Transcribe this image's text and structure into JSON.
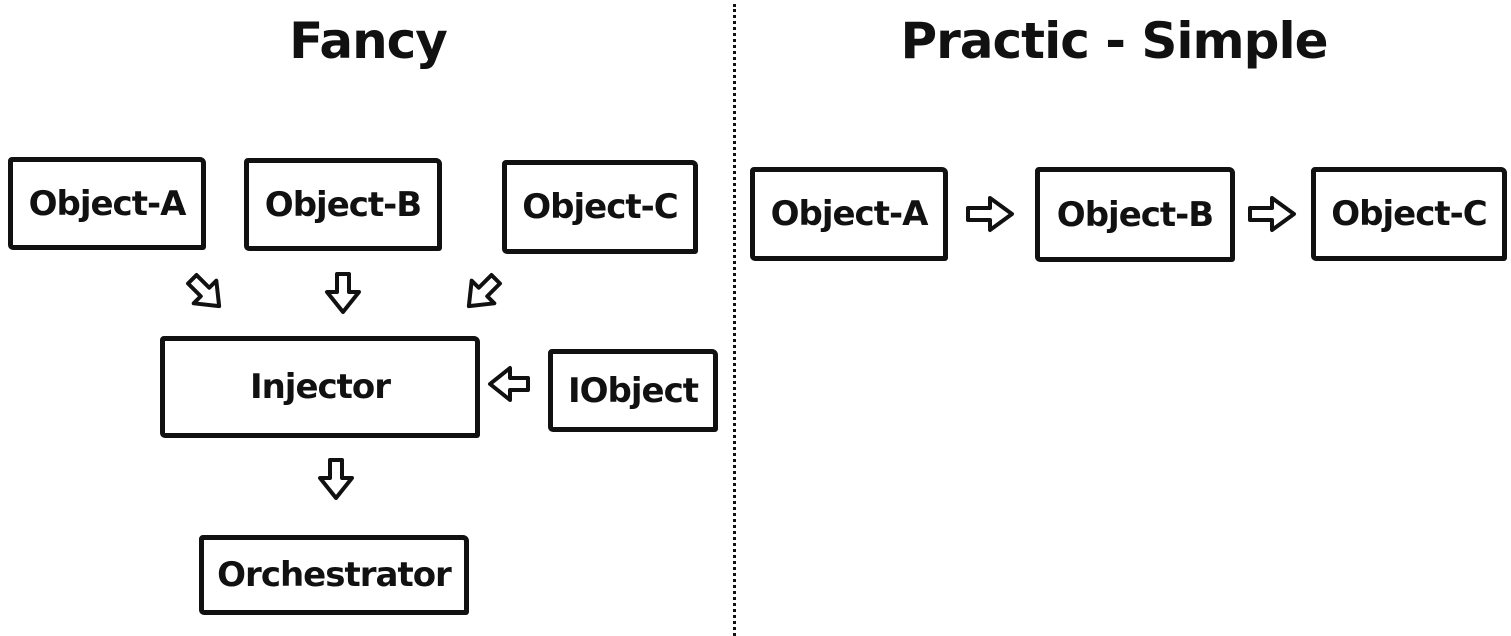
{
  "left_panel": {
    "title": "Fancy",
    "nodes": {
      "object_a": "Object-A",
      "object_b": "Object-B",
      "object_c": "Object-C",
      "injector": "Injector",
      "iobject": "IObject",
      "orchestrator": "Orchestrator"
    }
  },
  "right_panel": {
    "title": "Practic - Simple",
    "nodes": {
      "object_a": "Object-A",
      "object_b": "Object-B",
      "object_c": "Object-C"
    }
  },
  "colors": {
    "stroke": "#111111",
    "background": "#ffffff"
  }
}
